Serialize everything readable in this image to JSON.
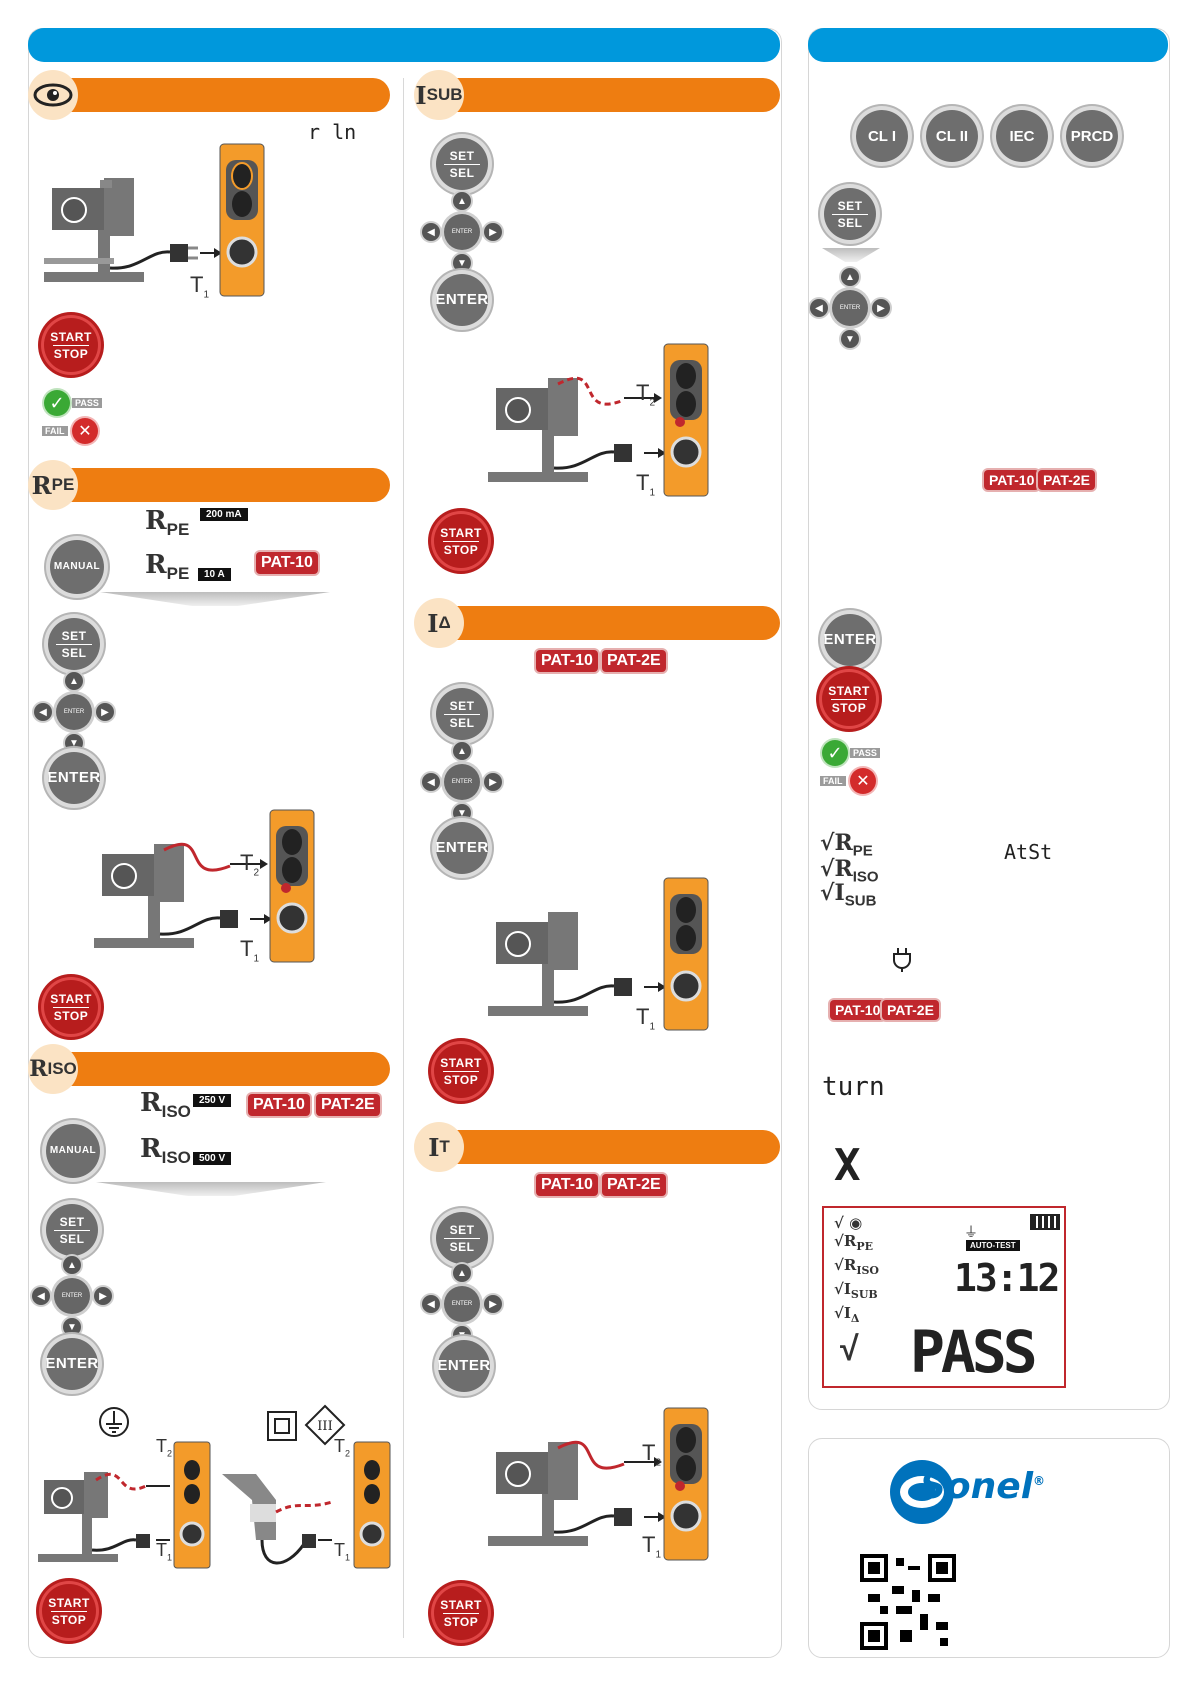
{
  "sections": {
    "visual": {
      "icon": "eye-icon",
      "lcd_text": "r ln"
    },
    "rpe": {
      "symbol": "R",
      "sub": "PE",
      "current_low": "200 mA",
      "current_high": "10 A",
      "button_manual": "MANUAL"
    },
    "riso": {
      "symbol": "R",
      "sub": "ISO",
      "volt_low": "250 V",
      "volt_high": "500 V",
      "button_manual": "MANUAL"
    },
    "isub": {
      "symbol": "I",
      "sub": "SUB"
    },
    "idelta": {
      "symbol": "I",
      "sub": "Δ"
    },
    "it": {
      "symbol": "I",
      "sub": "T"
    }
  },
  "buttons": {
    "start": "START",
    "stop": "STOP",
    "set": "SET",
    "sel": "SEL",
    "enter": "ENTER",
    "enter_small": "ENTER"
  },
  "labels": {
    "pass": "PASS",
    "fail": "FAIL",
    "t1": "T",
    "t2": "T",
    "t1_sub": "1",
    "t2_sub": "2"
  },
  "models": {
    "pat10": "PAT-10",
    "pat2e": "PAT-2E"
  },
  "classes": [
    "CL I",
    "CL II",
    "IEC",
    "PRCD"
  ],
  "right": {
    "check_rpe": "√R",
    "check_rpe_sub": "PE",
    "check_riso": "√R",
    "check_riso_sub": "ISO",
    "check_isub": "√I",
    "check_isub_sub": "SUB",
    "lcd_atst": "AtSt",
    "lcd_turn": "turn",
    "lcd_x": "X"
  },
  "screen": {
    "rows": [
      {
        "check": "√",
        "label": "",
        "sub": ""
      },
      {
        "check": "√",
        "label": "R",
        "sub": "PE"
      },
      {
        "check": "√",
        "label": "R",
        "sub": "ISO"
      },
      {
        "check": "√",
        "label": "I",
        "sub": "SUB"
      },
      {
        "check": "√",
        "label": "I",
        "sub": "Δ"
      }
    ],
    "mode_badge": "AUTO-TEST",
    "time": "13:12",
    "result": "PASS",
    "tick": "√"
  },
  "brand": {
    "name": "Sonel",
    "reg": "®"
  },
  "colors": {
    "blue": "#0098dc",
    "orange": "#ee7d11",
    "red": "#c0272d",
    "green": "#3aa935"
  }
}
